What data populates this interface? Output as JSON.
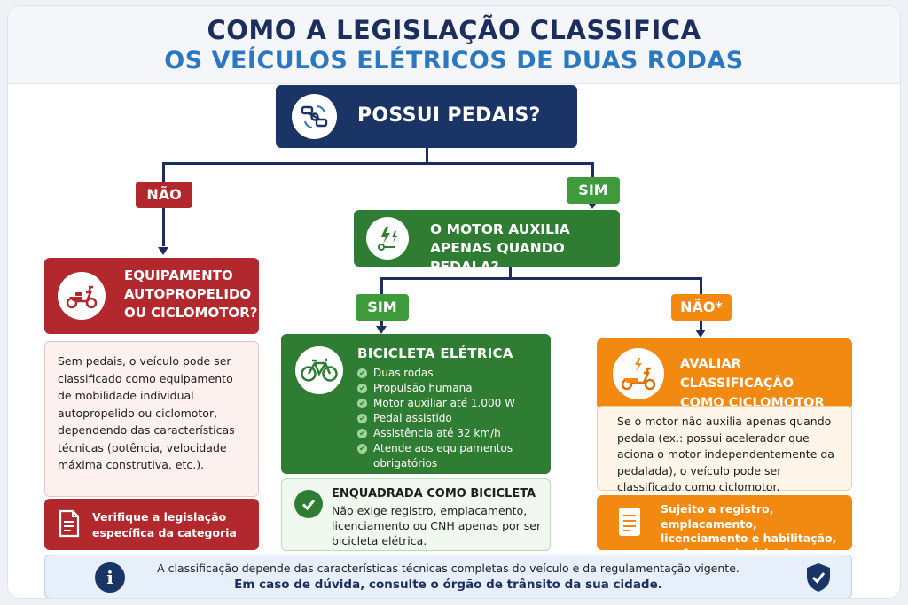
{
  "title": {
    "line1": "COMO A LEGISLAÇÃO CLASSIFICA",
    "line2": "OS VEÍCULOS ELÉTRICOS DE DUAS RODAS"
  },
  "question_pedals": {
    "label": "POSSUI PEDAIS?",
    "icon": "pedals-icon"
  },
  "badges": {
    "nao_1": "NÃO",
    "sim_1": "SIM",
    "sim_2": "SIM",
    "nao_2": "NÃO*"
  },
  "question_motor": {
    "line1": "O MOTOR AUXILIA",
    "line2": "APENAS QUANDO PEDALA?",
    "icon": "electric-motor-icon"
  },
  "left": {
    "head_lines": [
      "EQUIPAMENTO",
      "AUTOPROPELIDO",
      "OU CICLOMOTOR?"
    ],
    "icon": "scooter-icon",
    "body": "Sem pedais, o veículo pode ser classificado como equipamento de mobilidade individual autopropelido ou ciclomotor, dependendo das características técnicas (potência, velocidade máxima construtiva, etc.).",
    "foot_lines": [
      "Verifique a legislação",
      "específica da categoria"
    ],
    "foot_icon": "document-icon"
  },
  "middle": {
    "head_label": "BICICLETA ELÉTRICA",
    "icon": "bicycle-icon",
    "features": [
      "Duas rodas",
      "Propulsão humana",
      "Motor auxiliar até 1.000 W",
      "Pedal assistido",
      "Assistência até 32 km/h",
      "Atende aos equipamentos obrigatórios"
    ],
    "result_title": "ENQUADRADA COMO BICICLETA",
    "result_text": "Não exige registro, emplacamento, licenciamento ou CNH apenas por ser bicicleta elétrica.",
    "result_icon": "checkmark-icon"
  },
  "right": {
    "head_lines": [
      "AVALIAR CLASSIFICAÇÃO",
      "COMO CICLOMOTOR"
    ],
    "icon": "electric-scooter-icon",
    "body": "Se o motor não auxilia apenas quando pedala (ex.: possui acelerador que aciona o motor independentemente da pedalada), o veículo pode ser classificado como ciclomotor.",
    "foot_lines": [
      "Sujeito a registro, emplacamento,",
      "licenciamento e habilitação,",
      "conforme a legislação."
    ],
    "foot_icon": "document-icon"
  },
  "info": {
    "line1": "A classificação depende das características técnicas completas do veículo e da regulamentação vigente.",
    "line2": "Em caso de dúvida, consulte o órgão de trânsito da sua cidade.",
    "left_icon": "info-icon",
    "right_icon": "shield-check-icon"
  },
  "colors": {
    "navy": "#1b3466",
    "blue": "#2c78c0",
    "red": "#b3282d",
    "green": "#2f7d32",
    "light_green": "#3f9a3c",
    "orange": "#f28a12"
  }
}
